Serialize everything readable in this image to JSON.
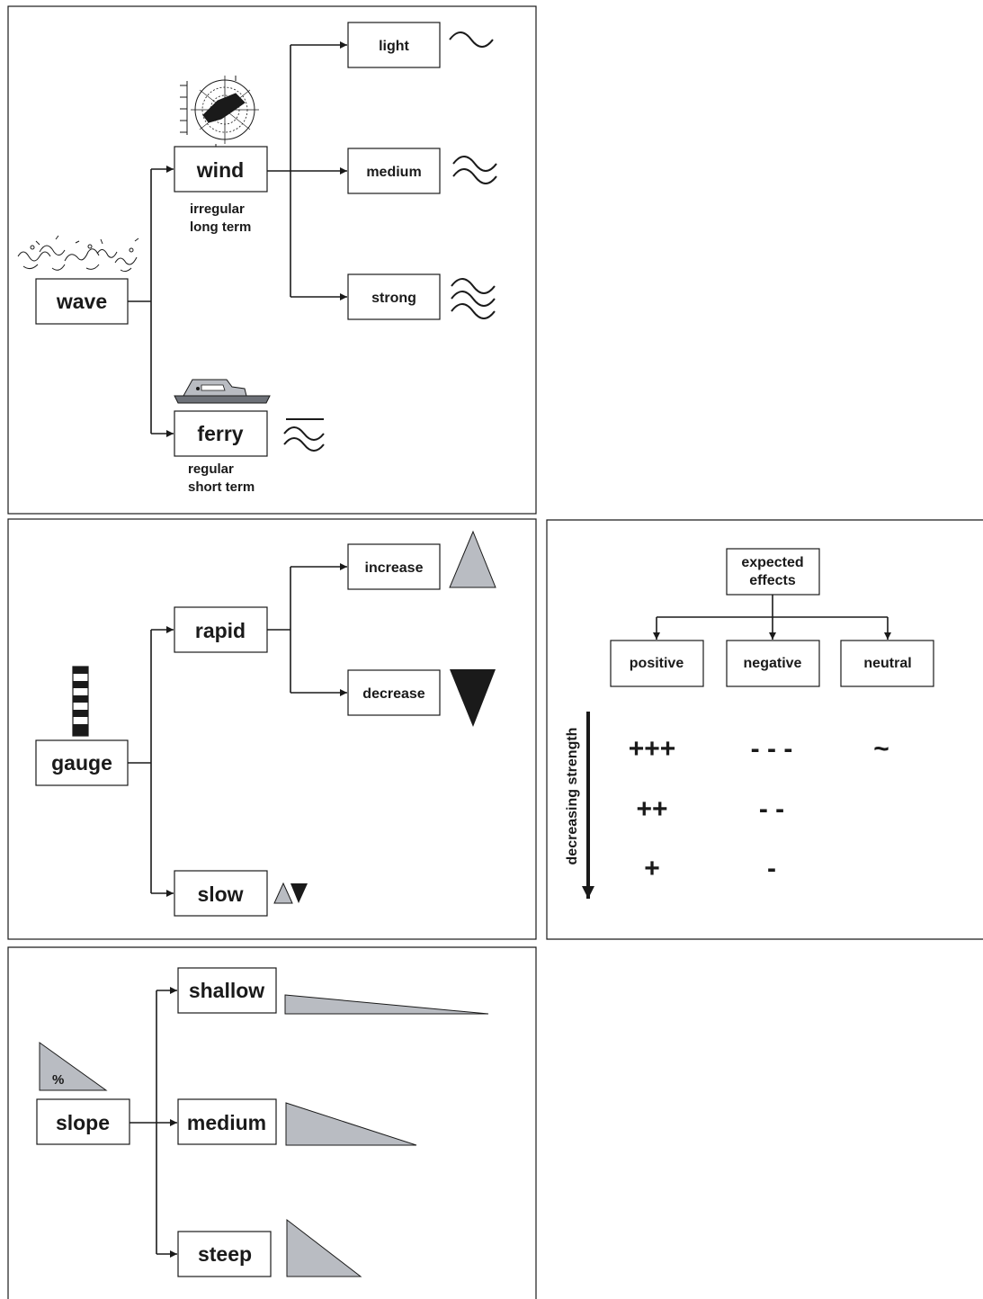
{
  "wave_panel": {
    "root": "wave",
    "wind": "wind",
    "wind_note_1": "irregular",
    "wind_note_2": "long term",
    "light": "light",
    "medium": "medium",
    "strong": "strong",
    "ferry": "ferry",
    "ferry_note_1": "regular",
    "ferry_note_2": "short term"
  },
  "gauge_panel": {
    "root": "gauge",
    "rapid": "rapid",
    "increase": "increase",
    "decrease": "decrease",
    "slow": "slow"
  },
  "slope_panel": {
    "root": "slope",
    "percent": "%",
    "shallow": "shallow",
    "medium": "medium",
    "steep": "steep"
  },
  "effects_panel": {
    "title_1": "expected",
    "title_2": "effects",
    "positive": "positive",
    "negative": "negative",
    "neutral": "neutral",
    "axis_label": "decreasing strength",
    "positive_levels": [
      "+++",
      "++",
      "+"
    ],
    "negative_levels": [
      "- - -",
      "- -",
      "-"
    ],
    "neutral_levels": [
      "~"
    ]
  },
  "colors": {
    "fill_gray": "#b9bcc2",
    "dark": "#1a1a1a"
  }
}
